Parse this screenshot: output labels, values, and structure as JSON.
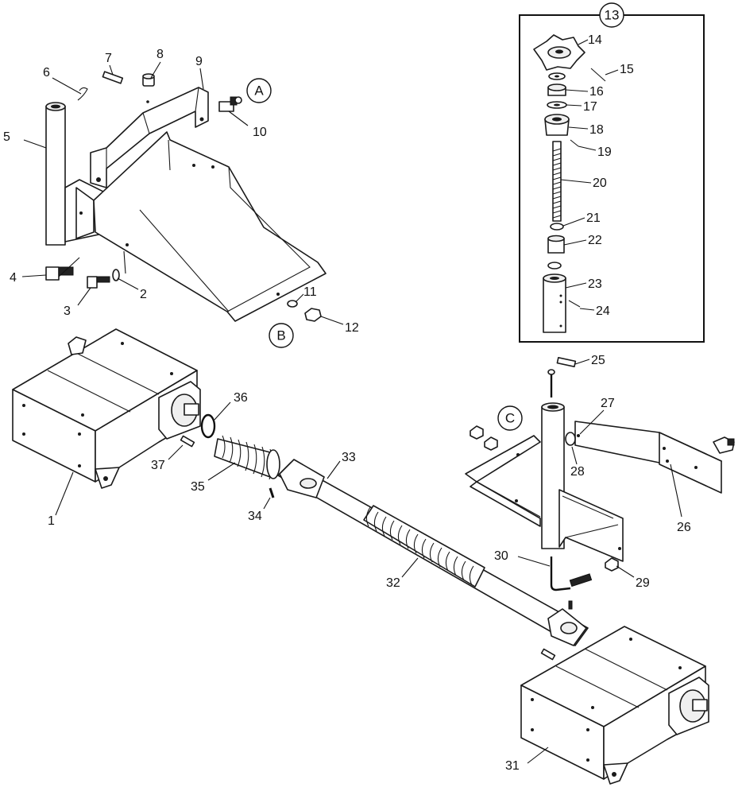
{
  "part_labels": {
    "p1": "1",
    "p2": "2",
    "p3": "3",
    "p4": "4",
    "p5": "5",
    "p6": "6",
    "p7": "7",
    "p8": "8",
    "p9": "9",
    "p10": "10",
    "p11": "11",
    "p12": "12",
    "p13": "13",
    "p14": "14",
    "p15": "15",
    "p16": "16",
    "p17": "17",
    "p18": "18",
    "p19": "19",
    "p20": "20",
    "p21": "21",
    "p22": "22",
    "p23": "23",
    "p24": "24",
    "p25": "25",
    "p26": "26",
    "p27": "27",
    "p28": "28",
    "p29": "29",
    "p30": "30",
    "p31": "31",
    "p32": "32",
    "p33": "33",
    "p34": "34",
    "p35": "35",
    "p36": "36",
    "p37": "37"
  },
  "callouts": {
    "a": "A",
    "b": "B",
    "c": "C"
  },
  "colors": {
    "line": "#1a1a1a",
    "background": "#ffffff"
  }
}
